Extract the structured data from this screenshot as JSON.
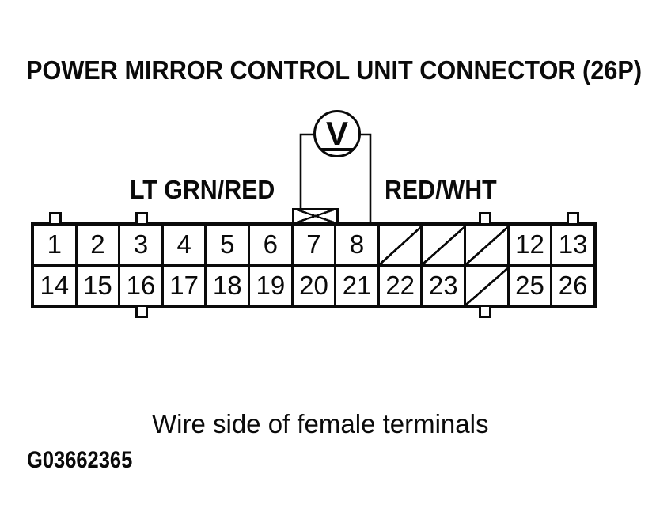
{
  "title": "POWER MIRROR CONTROL UNIT CONNECTOR (26P)",
  "meter": {
    "type": "voltmeter",
    "symbol": "V"
  },
  "wire_labels": {
    "left": "LT GRN/RED",
    "right": "RED/WHT"
  },
  "connector": {
    "pin_count": "26P",
    "probe_terminal": "7",
    "meter_terminal": "8",
    "rows": [
      {
        "cells": [
          {
            "t": "1"
          },
          {
            "t": "2"
          },
          {
            "t": "3"
          },
          {
            "t": "4"
          },
          {
            "t": "5"
          },
          {
            "t": "6"
          },
          {
            "t": "7"
          },
          {
            "t": "8"
          },
          {
            "t": "",
            "blocked": true
          },
          {
            "t": "",
            "blocked": true
          },
          {
            "t": "",
            "blocked": true
          },
          {
            "t": "12"
          },
          {
            "t": "13"
          }
        ]
      },
      {
        "cells": [
          {
            "t": "14"
          },
          {
            "t": "15"
          },
          {
            "t": "16"
          },
          {
            "t": "17"
          },
          {
            "t": "18"
          },
          {
            "t": "19"
          },
          {
            "t": "20"
          },
          {
            "t": "21"
          },
          {
            "t": "22"
          },
          {
            "t": "23"
          },
          {
            "t": "",
            "blocked": true
          },
          {
            "t": "25"
          },
          {
            "t": "26"
          }
        ]
      }
    ]
  },
  "caption": "Wire side of female terminals",
  "figure_id": "G03662365",
  "colors": {
    "ink": "#0a0a0a",
    "background": "#ffffff"
  }
}
